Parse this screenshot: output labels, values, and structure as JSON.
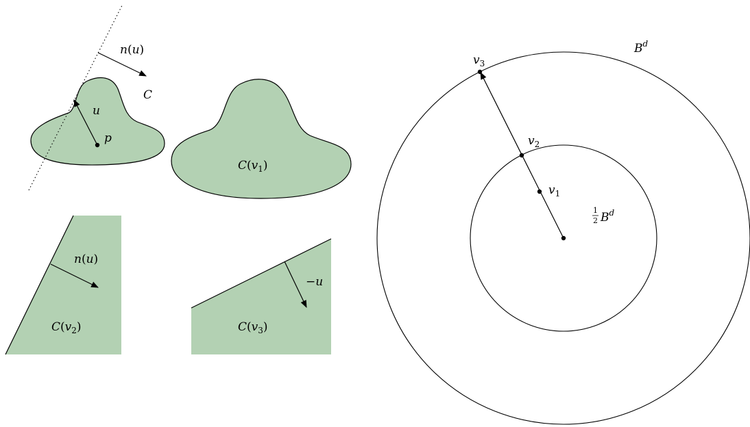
{
  "labels": {
    "n_u_top": "n(u)",
    "C": "C",
    "u": "u",
    "p": "p",
    "C_v1": "C(v1)",
    "n_u_bottom": "n(u)",
    "C_v2": "C(v2)",
    "minus_u": "−u",
    "C_v3": "C(v3)",
    "v1": "v1",
    "v2": "v2",
    "v3": "v3",
    "Bd": "Bd",
    "half_Bd": "1/2 Bd"
  },
  "text": {
    "n": "n",
    "u": "u",
    "C": "C",
    "v": "v",
    "B": "B",
    "d": "d",
    "sub1": "1",
    "sub2": "2",
    "sub3": "3",
    "minus": "−",
    "half_num": "1",
    "half_den": "2",
    "lp": "(",
    "rp": ")"
  },
  "colors": {
    "fill": "#b3d1b3",
    "stroke": "#000000",
    "background": "#ffffff"
  }
}
